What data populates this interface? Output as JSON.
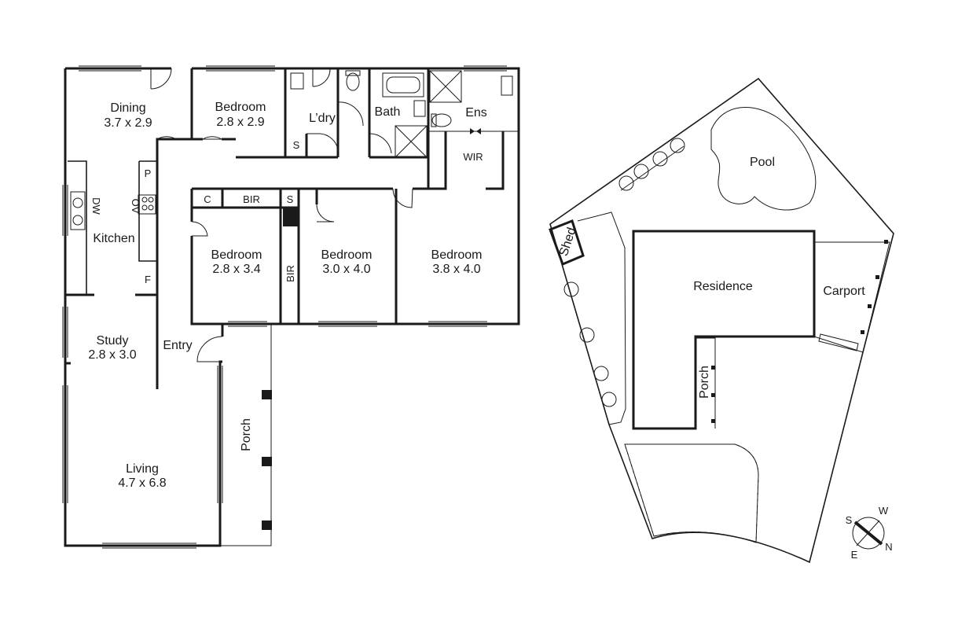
{
  "floor_plan": {
    "rooms": {
      "dining": {
        "name": "Dining",
        "size": "3.7 x 2.9"
      },
      "bedroom_front": {
        "name": "Bedroom",
        "size": "2.8 x 2.9"
      },
      "laundry": {
        "name": "L’dry"
      },
      "bath": {
        "name": "Bath"
      },
      "ensuite": {
        "name": "Ens"
      },
      "wir": {
        "name": "WIR"
      },
      "kitchen": {
        "name": "Kitchen"
      },
      "bedroom_left": {
        "name": "Bedroom",
        "size": "2.8 x 3.4"
      },
      "bedroom_mid": {
        "name": "Bedroom",
        "size": "3.0 x 4.0"
      },
      "bedroom_right": {
        "name": "Bedroom",
        "size": "3.8 x 4.0"
      },
      "study": {
        "name": "Study",
        "size": "2.8 x 3.0"
      },
      "entry": {
        "name": "Entry"
      },
      "living": {
        "name": "Living",
        "size": "4.7 x 6.8"
      },
      "porch": {
        "name": "Porch"
      }
    },
    "fixtures": {
      "pantry": "P",
      "fridge": "F",
      "oven": "OV",
      "dishwasher": "DW",
      "cupboard": "C",
      "bir_top": "BIR",
      "bir_side": "BIR",
      "storage_top": "S",
      "storage_laundry": "S"
    }
  },
  "site_plan": {
    "pool": "Pool",
    "shed": "Shed",
    "residence": "Residence",
    "carport": "Carport",
    "porch": "Porch"
  },
  "compass": {
    "s": "S",
    "w": "W",
    "e": "E",
    "n": "N"
  }
}
